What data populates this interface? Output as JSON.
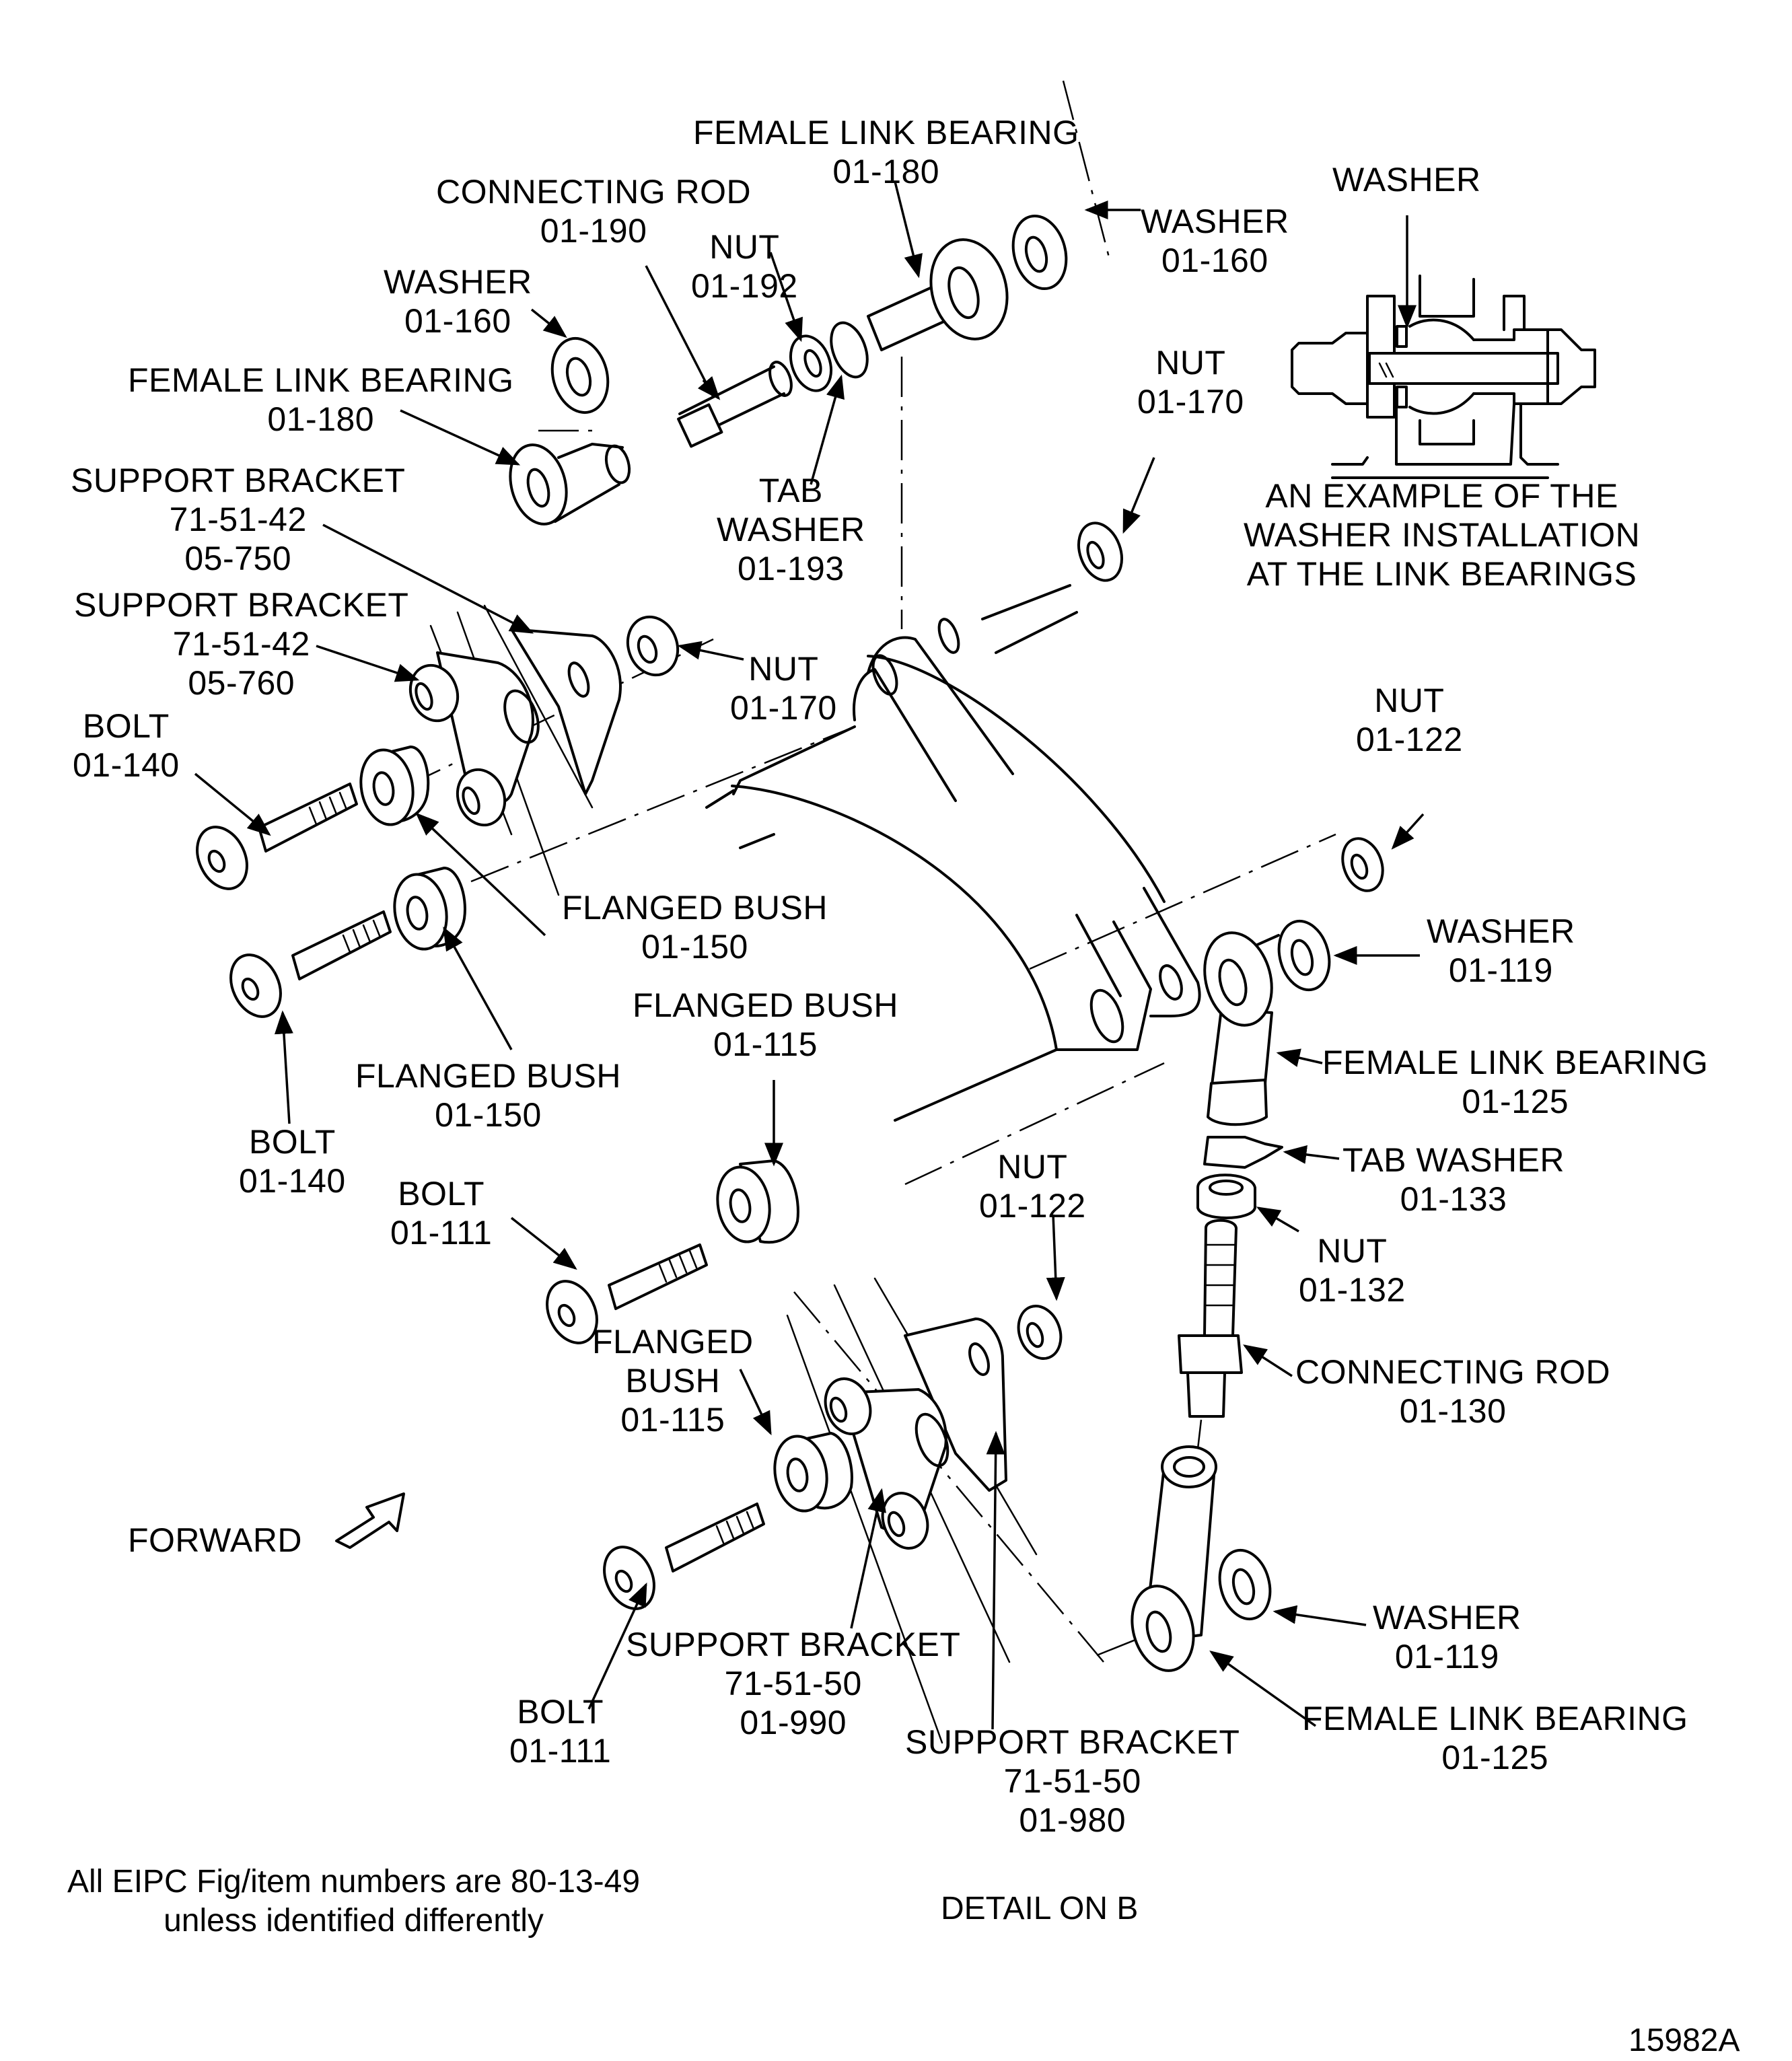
{
  "diagram": {
    "title": "DETAIL ON B",
    "figure_number": "15982A",
    "note": [
      "All EIPC Fig/item numbers are 80-13-49",
      "unless identified differently"
    ],
    "orientation_label": "FORWARD",
    "inset": {
      "callout": "WASHER",
      "caption": [
        "AN EXAMPLE OF THE",
        "WASHER INSTALLATION",
        "AT THE LINK BEARINGS"
      ]
    },
    "callouts": {
      "female_link_bearing_top": {
        "name": "FEMALE LINK BEARING",
        "item": "01-180"
      },
      "connecting_rod_top": {
        "name": "CONNECTING ROD",
        "item": "01-190"
      },
      "nut_top": {
        "name": "NUT",
        "item": "01-192"
      },
      "washer_top_left": {
        "name": "WASHER",
        "item": "01-160"
      },
      "washer_top_right": {
        "name": "WASHER",
        "item": "01-160"
      },
      "female_link_bearing_left": {
        "name": "FEMALE LINK BEARING",
        "item": "01-180"
      },
      "tab_washer_top": {
        "name": [
          "TAB",
          "WASHER"
        ],
        "item": "01-193"
      },
      "nut_upper_right": {
        "name": "NUT",
        "item": "01-170"
      },
      "support_bracket_750": {
        "name": "SUPPORT BRACKET",
        "ref": "71-51-42",
        "item": "05-750"
      },
      "support_bracket_760": {
        "name": "SUPPORT BRACKET",
        "ref": "71-51-42",
        "item": "05-760"
      },
      "nut_mid": {
        "name": "NUT",
        "item": "01-170"
      },
      "bolt_140_upper": {
        "name": "BOLT",
        "item": "01-140"
      },
      "flanged_bush_150_upper": {
        "name": "FLANGED BUSH",
        "item": "01-150"
      },
      "flanged_bush_150_lower": {
        "name": "FLANGED BUSH",
        "item": "01-150"
      },
      "bolt_140_lower": {
        "name": "BOLT",
        "item": "01-140"
      },
      "flanged_bush_115_upper": {
        "name": "FLANGED BUSH",
        "item": "01-115"
      },
      "nut_122_right": {
        "name": "NUT",
        "item": "01-122"
      },
      "washer_119_upper": {
        "name": "WASHER",
        "item": "01-119"
      },
      "female_link_bearing_125_upper": {
        "name": "FEMALE LINK BEARING",
        "item": "01-125"
      },
      "tab_washer_133": {
        "name": "TAB WASHER",
        "item": "01-133"
      },
      "nut_132": {
        "name": "NUT",
        "item": "01-132"
      },
      "connecting_rod_130": {
        "name": "CONNECTING ROD",
        "item": "01-130"
      },
      "bolt_111_upper": {
        "name": "BOLT",
        "item": "01-111"
      },
      "nut_122_lower": {
        "name": "NUT",
        "item": "01-122"
      },
      "flanged_bush_115_lower": {
        "name": [
          "FLANGED",
          "BUSH"
        ],
        "item": "01-115"
      },
      "washer_119_lower": {
        "name": "WASHER",
        "item": "01-119"
      },
      "female_link_bearing_125_lower": {
        "name": "FEMALE LINK BEARING",
        "item": "01-125"
      },
      "support_bracket_990": {
        "name": "SUPPORT BRACKET",
        "ref": "71-51-50",
        "item": "01-990"
      },
      "support_bracket_980": {
        "name": "SUPPORT BRACKET",
        "ref": "71-51-50",
        "item": "01-980"
      },
      "bolt_111_lower": {
        "name": "BOLT",
        "item": "01-111"
      }
    }
  }
}
